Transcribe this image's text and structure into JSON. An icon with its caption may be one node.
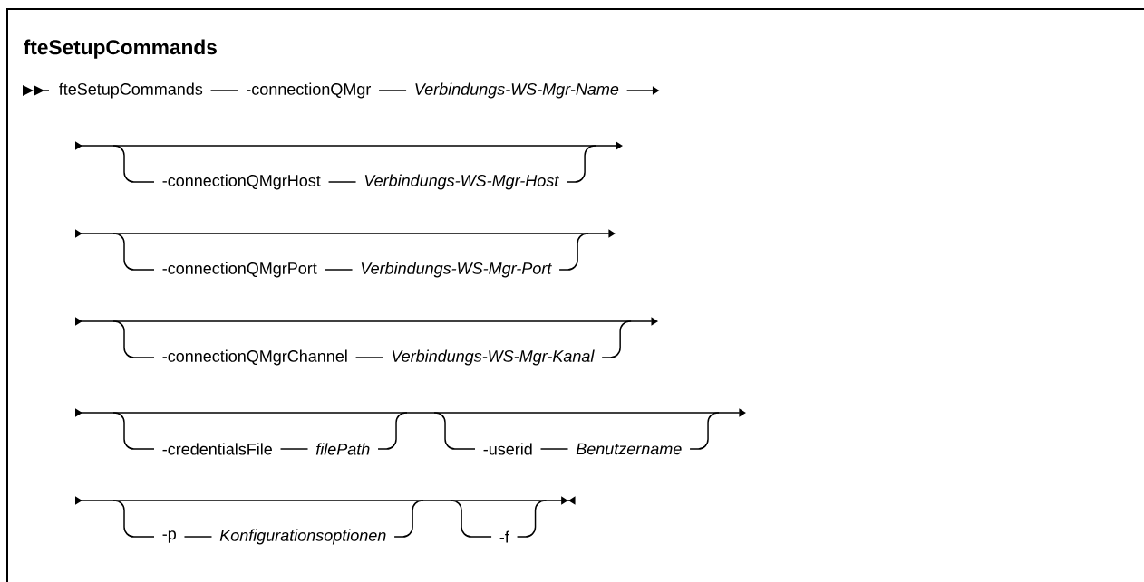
{
  "diagram": {
    "title": "fteSetupCommands",
    "nodes": [
      {
        "text": [
          "fteSetupCommands"
        ]
      },
      {
        "text": [
          "-connectionQMgr"
        ]
      },
      {
        "text": [
          "Verbindungs-WS-Mgr-Name"
        ]
      },
      {
        "text": [
          "-connectionQMgrHost"
        ]
      },
      {
        "text": [
          "Verbindungs-WS-Mgr-Host"
        ]
      },
      {
        "text": [
          "-connectionQMgrPort"
        ]
      },
      {
        "text": [
          "Verbindungs-WS-Mgr-Port"
        ]
      },
      {
        "text": [
          "-connectionQMgrChannel"
        ]
      },
      {
        "text": [
          "Verbindungs-WS-Mgr-Kanal"
        ]
      },
      {
        "text": [
          "-credentialsFile"
        ]
      },
      {
        "text": [
          "filePath"
        ]
      },
      {
        "text": [
          "-userid"
        ]
      },
      {
        "text": [
          "Benutzername"
        ]
      },
      {
        "text": [
          "-p"
        ]
      },
      {
        "text": [
          "Konfigurationsoptionen"
        ]
      },
      {
        "text": [
          "-f"
        ]
      }
    ],
    "edges": [
      {
        "from": 0,
        "to": 1,
        "arrow": "none"
      },
      {
        "from": 1,
        "to": 2,
        "arrow": "none"
      },
      {
        "from": 2,
        "to": null,
        "arrow": "to"
      },
      {
        "from": null,
        "to": 3,
        "arrow": "none"
      },
      {
        "from": 3,
        "to": 4,
        "arrow": "none"
      },
      {
        "from": 4,
        "to": null,
        "arrow": "none"
      },
      {
        "from": null,
        "to": 5,
        "arrow": "none"
      },
      {
        "from": 5,
        "to": 6,
        "arrow": "none"
      },
      {
        "from": 6,
        "to": null,
        "arrow": "none"
      },
      {
        "from": null,
        "to": 7,
        "arrow": "none"
      },
      {
        "from": 7,
        "to": 8,
        "arrow": "none"
      },
      {
        "from": 8,
        "to": null,
        "arrow": "none"
      },
      {
        "from": null,
        "to": 9,
        "arrow": "none"
      },
      {
        "from": 9,
        "to": 10,
        "arrow": "none"
      },
      {
        "from": 10,
        "to": null,
        "arrow": "none"
      },
      {
        "from": null,
        "to": 11,
        "arrow": "none"
      },
      {
        "from": 11,
        "to": 12,
        "arrow": "none"
      },
      {
        "from": 12,
        "to": null,
        "arrow": "none"
      },
      {
        "from": null,
        "to": 13,
        "arrow": "none"
      },
      {
        "from": 13,
        "to": 14,
        "arrow": "none"
      },
      {
        "from": 14,
        "to": null,
        "arrow": "none"
      },
      {
        "from": null,
        "to": 15,
        "arrow": "none"
      },
      {
        "from": 15,
        "to": null,
        "arrow": "none"
      }
    ]
  }
}
